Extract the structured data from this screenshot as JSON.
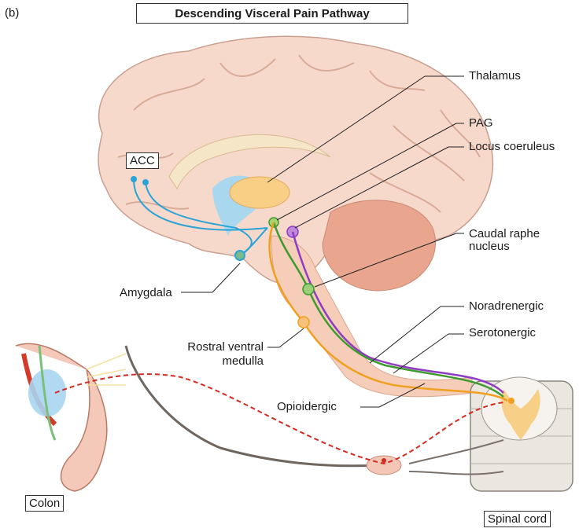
{
  "panel_label": "(b)",
  "title": "Descending Visceral Pain Pathway",
  "labels": {
    "acc": "ACC",
    "thalamus": "Thalamus",
    "pag": "PAG",
    "locus": "Locus coeruleus",
    "caudal_raphe_1": "Caudal raphe",
    "caudal_raphe_2": "nucleus",
    "amygdala": "Amygdala",
    "noradrenergic": "Noradrenergic",
    "serotonergic": "Serotonergic",
    "rvm_1": "Rostral ventral",
    "rvm_2": "medulla",
    "opioidergic": "Opioidergic",
    "colon": "Colon",
    "spinal_cord": "Spinal cord"
  },
  "colors": {
    "acc_path": "#2aa3d6",
    "noradrenergic": "#8e3cc4",
    "serotonergic": "#3e9a2e",
    "opioidergic": "#f0a020",
    "afferent": "#d42a20",
    "brain": "#f6d6c8",
    "cerebellum": "#e9a08a"
  }
}
